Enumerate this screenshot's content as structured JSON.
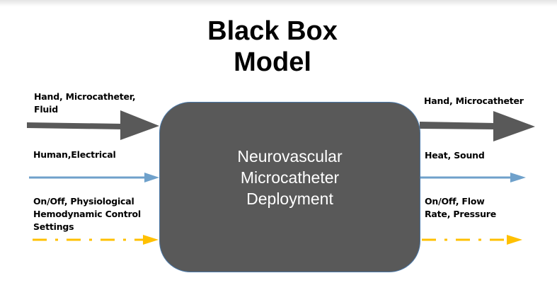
{
  "title": {
    "line1": "Black Box",
    "line2": "Model"
  },
  "system": {
    "line1": "Neurovascular",
    "line2": "Microcatheter",
    "line3": "Deployment"
  },
  "inputs": [
    {
      "type": "material",
      "line1": "Hand, Microcatheter,",
      "line2": "Fluid",
      "color": "#595959"
    },
    {
      "type": "energy",
      "line1": "Human,Electrical",
      "color": "#6fa1cb"
    },
    {
      "type": "signal",
      "line1": "On/Off, Physiological",
      "line2": "Hemodynamic Control",
      "line3": "Settings",
      "color": "#ffc000"
    }
  ],
  "outputs": [
    {
      "type": "material",
      "line1": "Hand, Microcatheter",
      "color": "#595959"
    },
    {
      "type": "energy",
      "line1": "Heat, Sound",
      "color": "#6fa1cb"
    },
    {
      "type": "signal",
      "line1": "On/Off, Flow",
      "line2": "Rate, Pressure",
      "color": "#ffc000"
    }
  ],
  "colors": {
    "box_fill": "#595959",
    "box_border": "#4a78a8"
  }
}
